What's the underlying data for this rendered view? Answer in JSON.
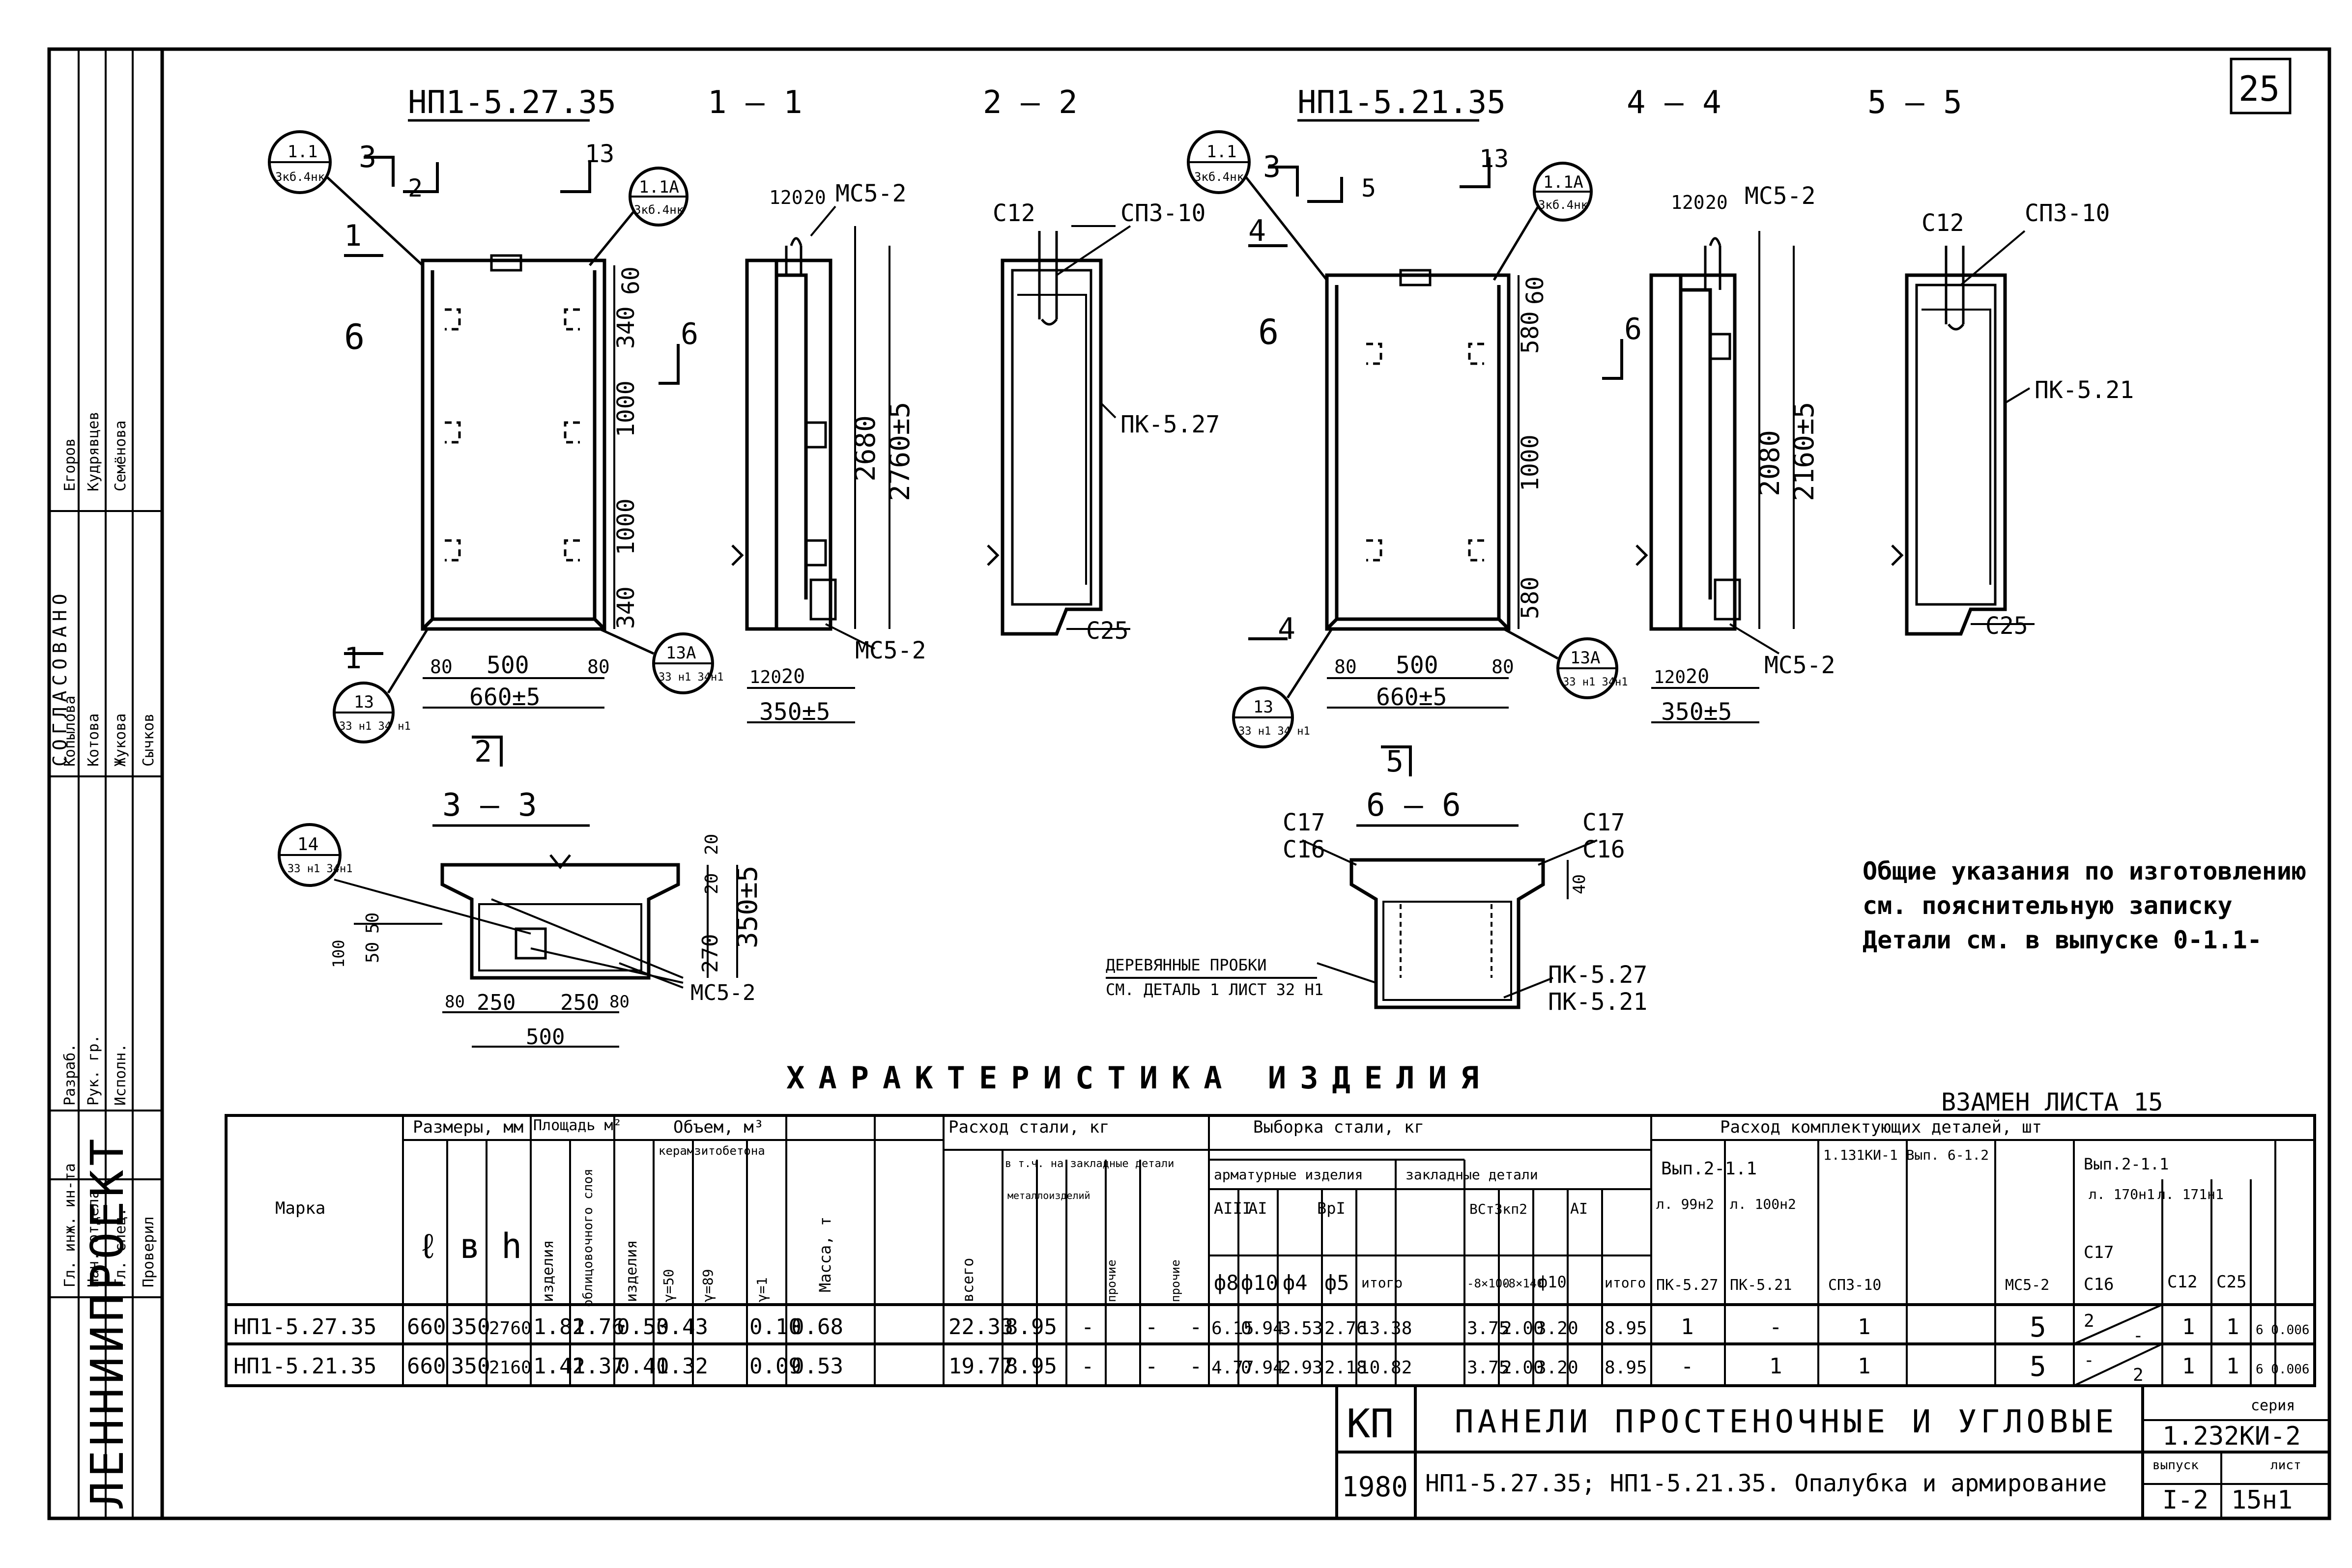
{
  "sheet_number": "25",
  "views": {
    "np1_27_title": "НП1-5.27.35",
    "sec_1_1": "1 — 1",
    "sec_2_2": "2 — 2",
    "np1_21_title": "НП1-5.21.35",
    "sec_4_4": "4 — 4",
    "sec_5_5": "5 — 5",
    "sec_3_3": "3 — 3",
    "sec_6_6": "6 — 6"
  },
  "callouts": {
    "c1_1": "1.1",
    "c1_1_sub": "3кб.4нк",
    "c1_1a": "1.1А",
    "c1_1a_sub": "3кб.4нк",
    "c13": "13",
    "c13_sub": "33 н1 34 н1",
    "c13a": "13А",
    "c13a_sub": "33 н1 34н1",
    "c14": "14",
    "c14_sub": "33 н1 34н1"
  },
  "labels": {
    "mc5_2": "МС5-2",
    "sp3_10": "СП3-10",
    "c12": "С12",
    "c25": "С25",
    "pk_5_27": "ПК-5.27",
    "pk_5_21": "ПК-5.21",
    "c17": "С17",
    "c16": "С16",
    "wood_1": "ДЕРЕВЯННЫЕ ПРОБКИ",
    "wood_2": "СМ. ДЕТАЛЬ 1 ЛИСТ 32 Н1"
  },
  "dims": {
    "d500": "500",
    "d80": "80",
    "d660": "660±5",
    "d350": "350±5",
    "d120": "120",
    "d20": "20",
    "d2680": "2680",
    "d2760": "2760±5",
    "d2080": "2080",
    "d2160": "2160±5",
    "d340": "340",
    "d1000": "1000",
    "d580": "580",
    "d60": "60",
    "d250": "250",
    "d270": "270",
    "d50": "50",
    "d100": "100",
    "d40": "40"
  },
  "notes": {
    "line1": "Общие указания по изготовлению",
    "line2": "см. пояснительную записку",
    "line3": "Детали см. в выпуске 0-1.1-"
  },
  "replacement": "ВЗАМЕН ЛИСТА 15",
  "table": {
    "title": "ХАРАКТЕРИСТИКА ИЗДЕЛИЯ",
    "mark_header": "Марка",
    "dims_header": "Размеры, мм",
    "dim_cols": [
      "ℓ",
      "в",
      "h"
    ],
    "area_header": "Площадь м²",
    "area_cols": [
      "изделия",
      "облицовочного слоя"
    ],
    "volume_header": "Объем, м³",
    "volume_cols": [
      "изделия",
      "керамзитобетона",
      "γ=50",
      "γ=89",
      "γ=1"
    ],
    "mass_header": "Масса, т",
    "steel_header": "Расход стали, кг",
    "steel_cols": [
      "всего",
      "в т.ч. на закладные детали",
      "металлоизделий",
      "прочие",
      "прочие"
    ],
    "sample_header": "Выборка стали, кг",
    "rebar_header": "арматурные изделия",
    "rebar_classes": [
      "АIII",
      "АI",
      "ВрI"
    ],
    "rebar_cols": [
      "ф8",
      "ф10",
      "ф4",
      "ф5",
      "итого"
    ],
    "embed_header": "закладные детали",
    "embed_classes": [
      "ВСт3кп2",
      "АI"
    ],
    "embed_cols": [
      "-8×100",
      "-8×140",
      "ф10",
      "итого"
    ],
    "parts_header": "Расход комплектующих деталей, шт",
    "parts_groups": [
      "Вып.2-1.1",
      "1.131КИ-1 Вып. 6-1.2",
      "Вып.2-1.1"
    ],
    "parts_sheets": [
      "л. 99н2",
      "л. 100н2",
      "л. 170н1",
      "л. 171н1"
    ],
    "parts_cols": [
      "ПК-5.27",
      "ПК-5.21",
      "СП3-10",
      "МС5-2",
      "С17",
      "С16",
      "С12",
      "С25"
    ],
    "rows": [
      {
        "mark": "НП1-5.27.35",
        "l": "660",
        "b": "350",
        "h": "2760",
        "area_item": "1.82",
        "area_face": "1.76",
        "vol_item": "0.53",
        "vol_ks": "0.43",
        "vol_g1": "0.10",
        "mass": "0.68",
        "steel_total": "22.33",
        "steel_emb": "8.95",
        "s3": "-",
        "s4": "-",
        "s5": "-",
        "r8": "6.15",
        "r10": "0.94",
        "r4": "3.53",
        "r5": "2.76",
        "r_tot": "13.38",
        "e100": "3.75",
        "e140": "2.00",
        "e10": "3.20",
        "e_tot": "8.95",
        "pk527": "1",
        "pk521": "-",
        "sp310": "1",
        "mc52": "5",
        "c17": "2",
        "c16": "-",
        "c12": "1",
        "c25": "1",
        "misc": "6 0.006"
      },
      {
        "mark": "НП1-5.21.35",
        "l": "660",
        "b": "350",
        "h": "2160",
        "area_item": "1.42",
        "area_face": "1.37",
        "vol_item": "0.41",
        "vol_ks": "0.32",
        "vol_g1": "0.09",
        "mass": "0.53",
        "steel_total": "19.77",
        "steel_emb": "8.95",
        "s3": "-",
        "s4": "-",
        "s5": "-",
        "r8": "4.77",
        "r10": "0.94",
        "r4": "2.93",
        "r5": "2.18",
        "r_tot": "10.82",
        "e100": "3.75",
        "e140": "2.00",
        "e10": "3.20",
        "e_tot": "8.95",
        "pk527": "-",
        "pk521": "1",
        "sp310": "1",
        "mc52": "5",
        "c17": "-",
        "c16": "2",
        "c12": "1",
        "c25": "1",
        "misc": "6 0.006"
      }
    ]
  },
  "title_block": {
    "kp": "КП",
    "title": "ПАНЕЛИ ПРОСТЕНОЧНЫЕ И УГЛОВЫЕ",
    "year": "1980",
    "subtitle": "НП1-5.27.35; НП1-5.21.35. Опалубка и армирование",
    "series_label": "серия",
    "series": "1.232КИ-2",
    "issue_label": "выпуск",
    "issue": "I-2",
    "sheet_label": "лист",
    "sheet": "15н1"
  },
  "side_stamp": {
    "org": "ЛЕННИИПРОЕКТ",
    "agreed": "СОГЛАСОВАНО",
    "roles": [
      "Гл. инж. ин-та",
      "Нач. отдела",
      "Гл. спец.",
      "Разраб.",
      "Рук. гр.",
      "Исполн.",
      "Проверил"
    ],
    "names": [
      "Егоров",
      "Кудрявцев",
      "Семёнова",
      "Копылова",
      "Котова",
      "Жукова",
      "Сычков"
    ]
  }
}
